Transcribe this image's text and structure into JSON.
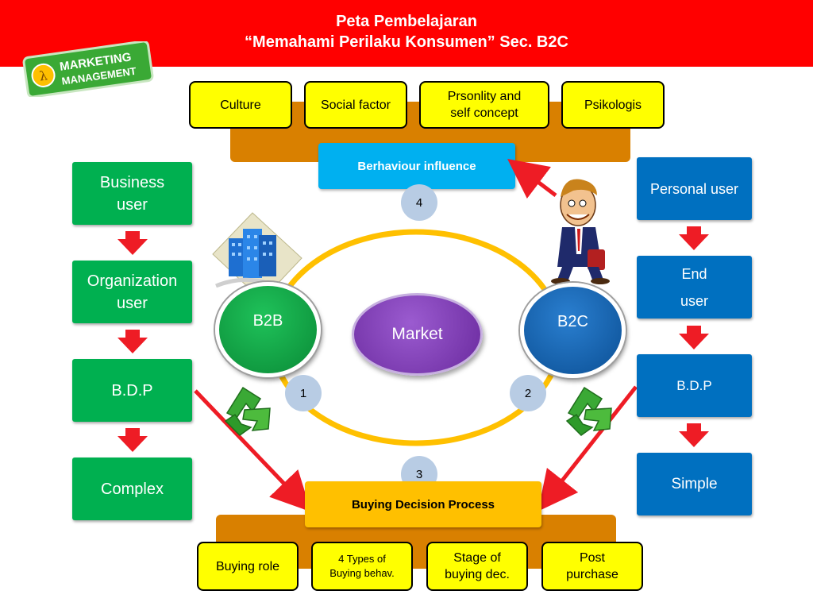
{
  "header": {
    "line1": "Peta Pembelajaran",
    "line2": "“Memahami Perilaku Konsumen” Sec. B2C"
  },
  "logo": {
    "line1": "MARKETING",
    "line2": "MANAGEMENT"
  },
  "top_factors": [
    {
      "label": "Culture"
    },
    {
      "label": "Social factor"
    },
    {
      "label": "Prsonlity and self concept"
    },
    {
      "label": "Psikologis"
    }
  ],
  "behaviour": {
    "label": "Berhaviour influence"
  },
  "b2b_chain": [
    {
      "label": "Business user"
    },
    {
      "label": "Organization user"
    },
    {
      "label": "B.D.P"
    },
    {
      "label": "Complex"
    }
  ],
  "b2c_chain": [
    {
      "label": "Personal user"
    },
    {
      "label": "End user"
    },
    {
      "label": "B.D.P"
    },
    {
      "label": "Simple"
    }
  ],
  "circles": {
    "b2b": "B2B",
    "market": "Market",
    "b2c": "B2C"
  },
  "numbers": {
    "n1": "1",
    "n2": "2",
    "n3": "3",
    "n4": "4"
  },
  "bdp": {
    "label": "Buying Decision Process"
  },
  "bottom_items": [
    {
      "label": "Buying role"
    },
    {
      "label": "4 Types of Buying behav."
    },
    {
      "label": "Stage of buying dec."
    },
    {
      "label": "Post purchase"
    }
  ],
  "colors": {
    "header": "#ff0000",
    "green": "#00b050",
    "blue": "#0070c0",
    "yellow": "#ffff00",
    "orange": "#d98000",
    "purple": "#7030a0",
    "cyan": "#00b0f0",
    "gold": "#ffc000"
  },
  "icons": [
    "buildings-icon",
    "businessman-icon",
    "recycle-icon",
    "down-arrow-icon"
  ]
}
